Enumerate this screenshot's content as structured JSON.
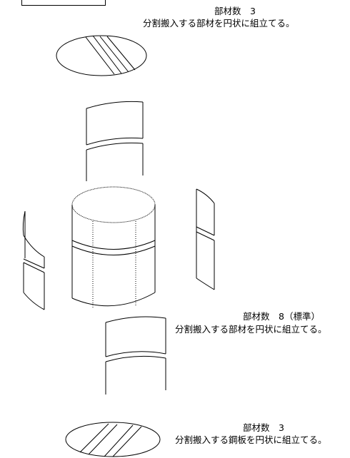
{
  "title": "",
  "labels": {
    "top_count": "部材数　3",
    "top_desc": "分割搬入する部材を円状に組立てる。",
    "middle_count": "部材数　8（標準）",
    "middle_desc": "分割搬入する部材を円状に組立てる。",
    "bottom_count": "部材数　3",
    "bottom_desc": "分割搬入する鋼板を円状に組立てる。"
  }
}
